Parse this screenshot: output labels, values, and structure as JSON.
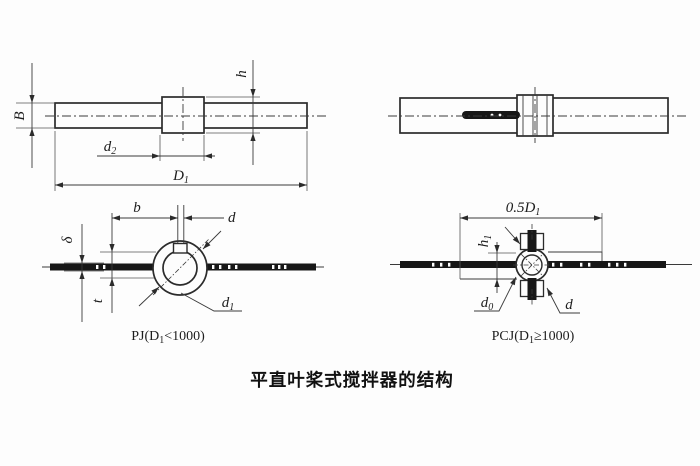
{
  "caption": "平直叶桨式搅拌器的结构",
  "pj_side": {
    "B": "B",
    "h": "h",
    "d2": {
      "base": "d",
      "sub": "2"
    },
    "D1": {
      "base": "D",
      "sub": "1"
    }
  },
  "pj_top": {
    "b": "b",
    "d": "d",
    "delta": "δ",
    "t": "t",
    "d1": {
      "base": "d",
      "sub": "1"
    },
    "type": {
      "pre": "PJ(D",
      "sub": "1",
      "post": "<1000)"
    }
  },
  "pcj_top": {
    "halfD1": {
      "pre": "0.5D",
      "sub": "1"
    },
    "h1": {
      "base": "h",
      "sub": "1"
    },
    "d0": {
      "base": "d",
      "sub": "0"
    },
    "d": "d",
    "type": {
      "pre": "PCJ(D",
      "sub": "1",
      "post": "≥1000)"
    }
  },
  "colors": {
    "line": "#2b2b2b",
    "background": "#fdfdfd"
  }
}
